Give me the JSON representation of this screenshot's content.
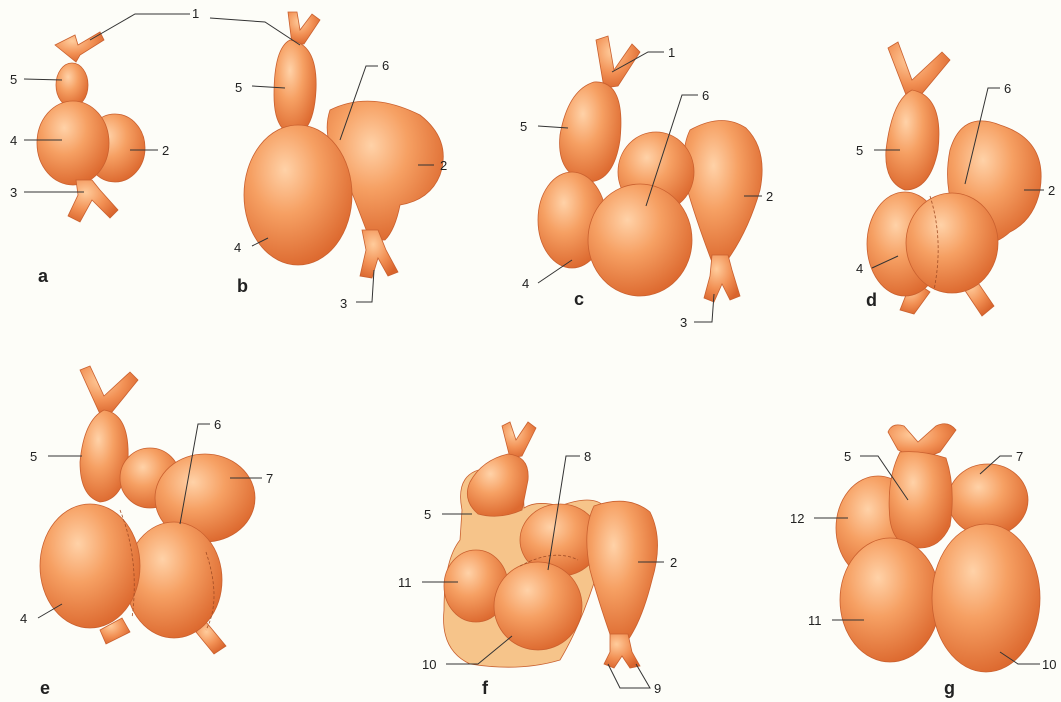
{
  "panels": [
    {
      "id": "a",
      "label": "a",
      "callouts": [
        "1",
        "5",
        "4",
        "2",
        "3"
      ]
    },
    {
      "id": "b",
      "label": "b",
      "callouts": [
        "1",
        "5",
        "6",
        "2",
        "4",
        "3"
      ]
    },
    {
      "id": "c",
      "label": "c",
      "callouts": [
        "1",
        "5",
        "6",
        "2",
        "4",
        "3"
      ]
    },
    {
      "id": "d",
      "label": "d",
      "callouts": [
        "5",
        "6",
        "2",
        "4"
      ]
    },
    {
      "id": "e",
      "label": "e",
      "callouts": [
        "5",
        "6",
        "7",
        "4"
      ]
    },
    {
      "id": "f",
      "label": "f",
      "callouts": [
        "8",
        "5",
        "2",
        "11",
        "10",
        "9"
      ]
    },
    {
      "id": "g",
      "label": "g",
      "callouts": [
        "5",
        "7",
        "12",
        "11",
        "10"
      ]
    }
  ],
  "colors": {
    "organ": "#f0884a",
    "organ_light": "#ffc79a",
    "organ_dark": "#d8632b",
    "membrane": "#f6c48a"
  }
}
